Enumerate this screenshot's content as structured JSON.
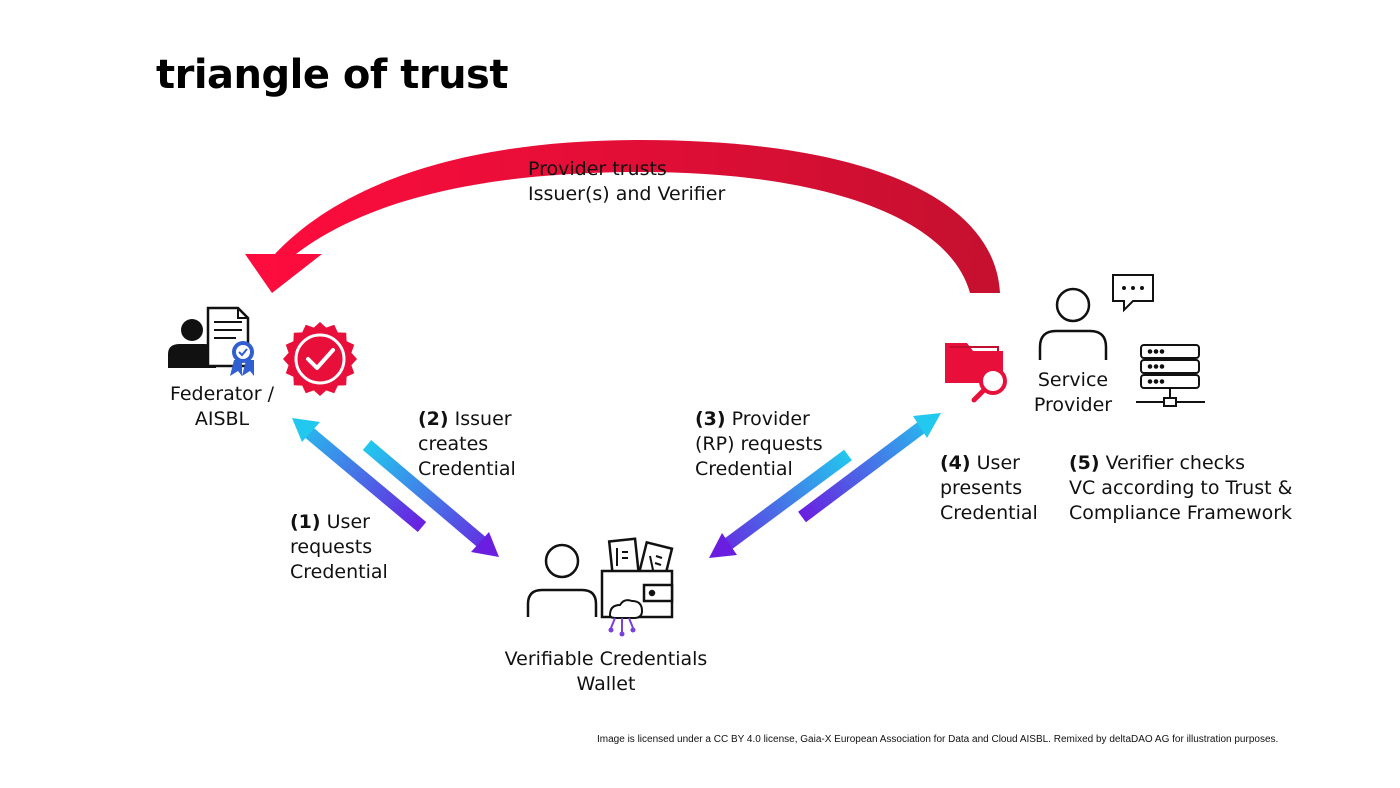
{
  "title": "triangle of trust",
  "top_arrow_label": {
    "line1": "Provider trusts",
    "line2": "Issuer(s) and Verifier"
  },
  "federator": {
    "line1": "Federator /",
    "line2": "AISBL"
  },
  "service_provider": {
    "line1": "Service",
    "line2": "Provider"
  },
  "wallet": {
    "line1": "Verifiable Credentials",
    "line2": "Wallet"
  },
  "steps": {
    "s1": {
      "num": "(1)",
      "l1": "User",
      "l2": "requests",
      "l3": "Credential"
    },
    "s2": {
      "num": "(2)",
      "l1": "Issuer",
      "l2": "creates",
      "l3": "Credential"
    },
    "s3": {
      "num": "(3)",
      "l1": "Provider",
      "l2": "(RP) requests",
      "l3": "Credential"
    },
    "s4": {
      "num": "(4)",
      "l1": "User",
      "l2": "presents",
      "l3": "Credential"
    },
    "s5": {
      "num": "(5)",
      "l1": "Verifier checks",
      "l2": "VC according to Trust &",
      "l3": "Compliance Framework"
    }
  },
  "footer": "Image is licensed under a CC BY 4.0 license, Gaia-X European Association for Data and Cloud AISBL. Remixed by deltaDAO AG for illustration purposes.",
  "colors": {
    "red": "#e8103a",
    "red_dark": "#c00d30",
    "arrow_start": "#22c8ee",
    "arrow_end": "#6a1fe0",
    "icon": "#111111",
    "seal_blue": "#2f5fd0"
  }
}
